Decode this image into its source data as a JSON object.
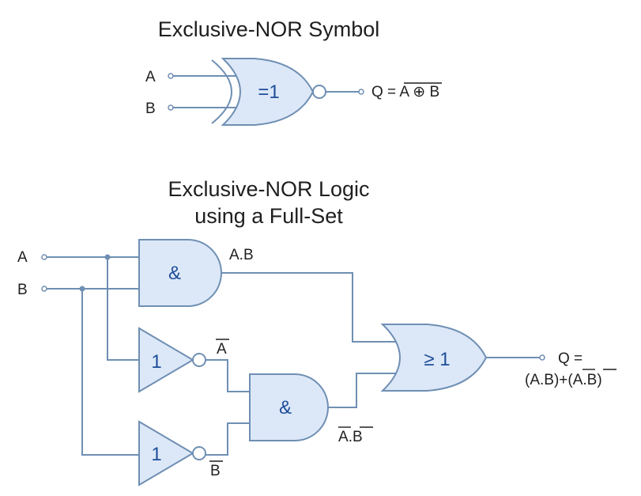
{
  "symbol_section": {
    "title": "Exclusive-NOR Symbol",
    "input_a": "A",
    "input_b": "B",
    "gate_label": "=1",
    "output_prefix": "Q = ",
    "output_expr": "A ⊕ B"
  },
  "logic_section": {
    "title_line1": "Exclusive-NOR Logic",
    "title_line2": "using a Full-Set",
    "input_a": "A",
    "input_b": "B",
    "and_gate_label": "&",
    "not_gate_label": "1",
    "or_gate_label": "≥ 1",
    "and_output": "A.B",
    "not_a_output": "A",
    "not_b_output": "B",
    "nand_and_output_a": "A",
    "nand_and_output_dot": ".",
    "nand_and_output_b": "B",
    "output_line1": "Q =",
    "output_line2_open": "(A.B)+(",
    "output_line2_a": "A",
    "output_line2_dot": ".",
    "output_line2_b": "B",
    "output_line2_close": ")"
  },
  "colors": {
    "gate_fill": "#dce8f8",
    "wire": "#6f8fb3",
    "gate_text": "#1f4e9a",
    "text": "#1f1f1f"
  }
}
